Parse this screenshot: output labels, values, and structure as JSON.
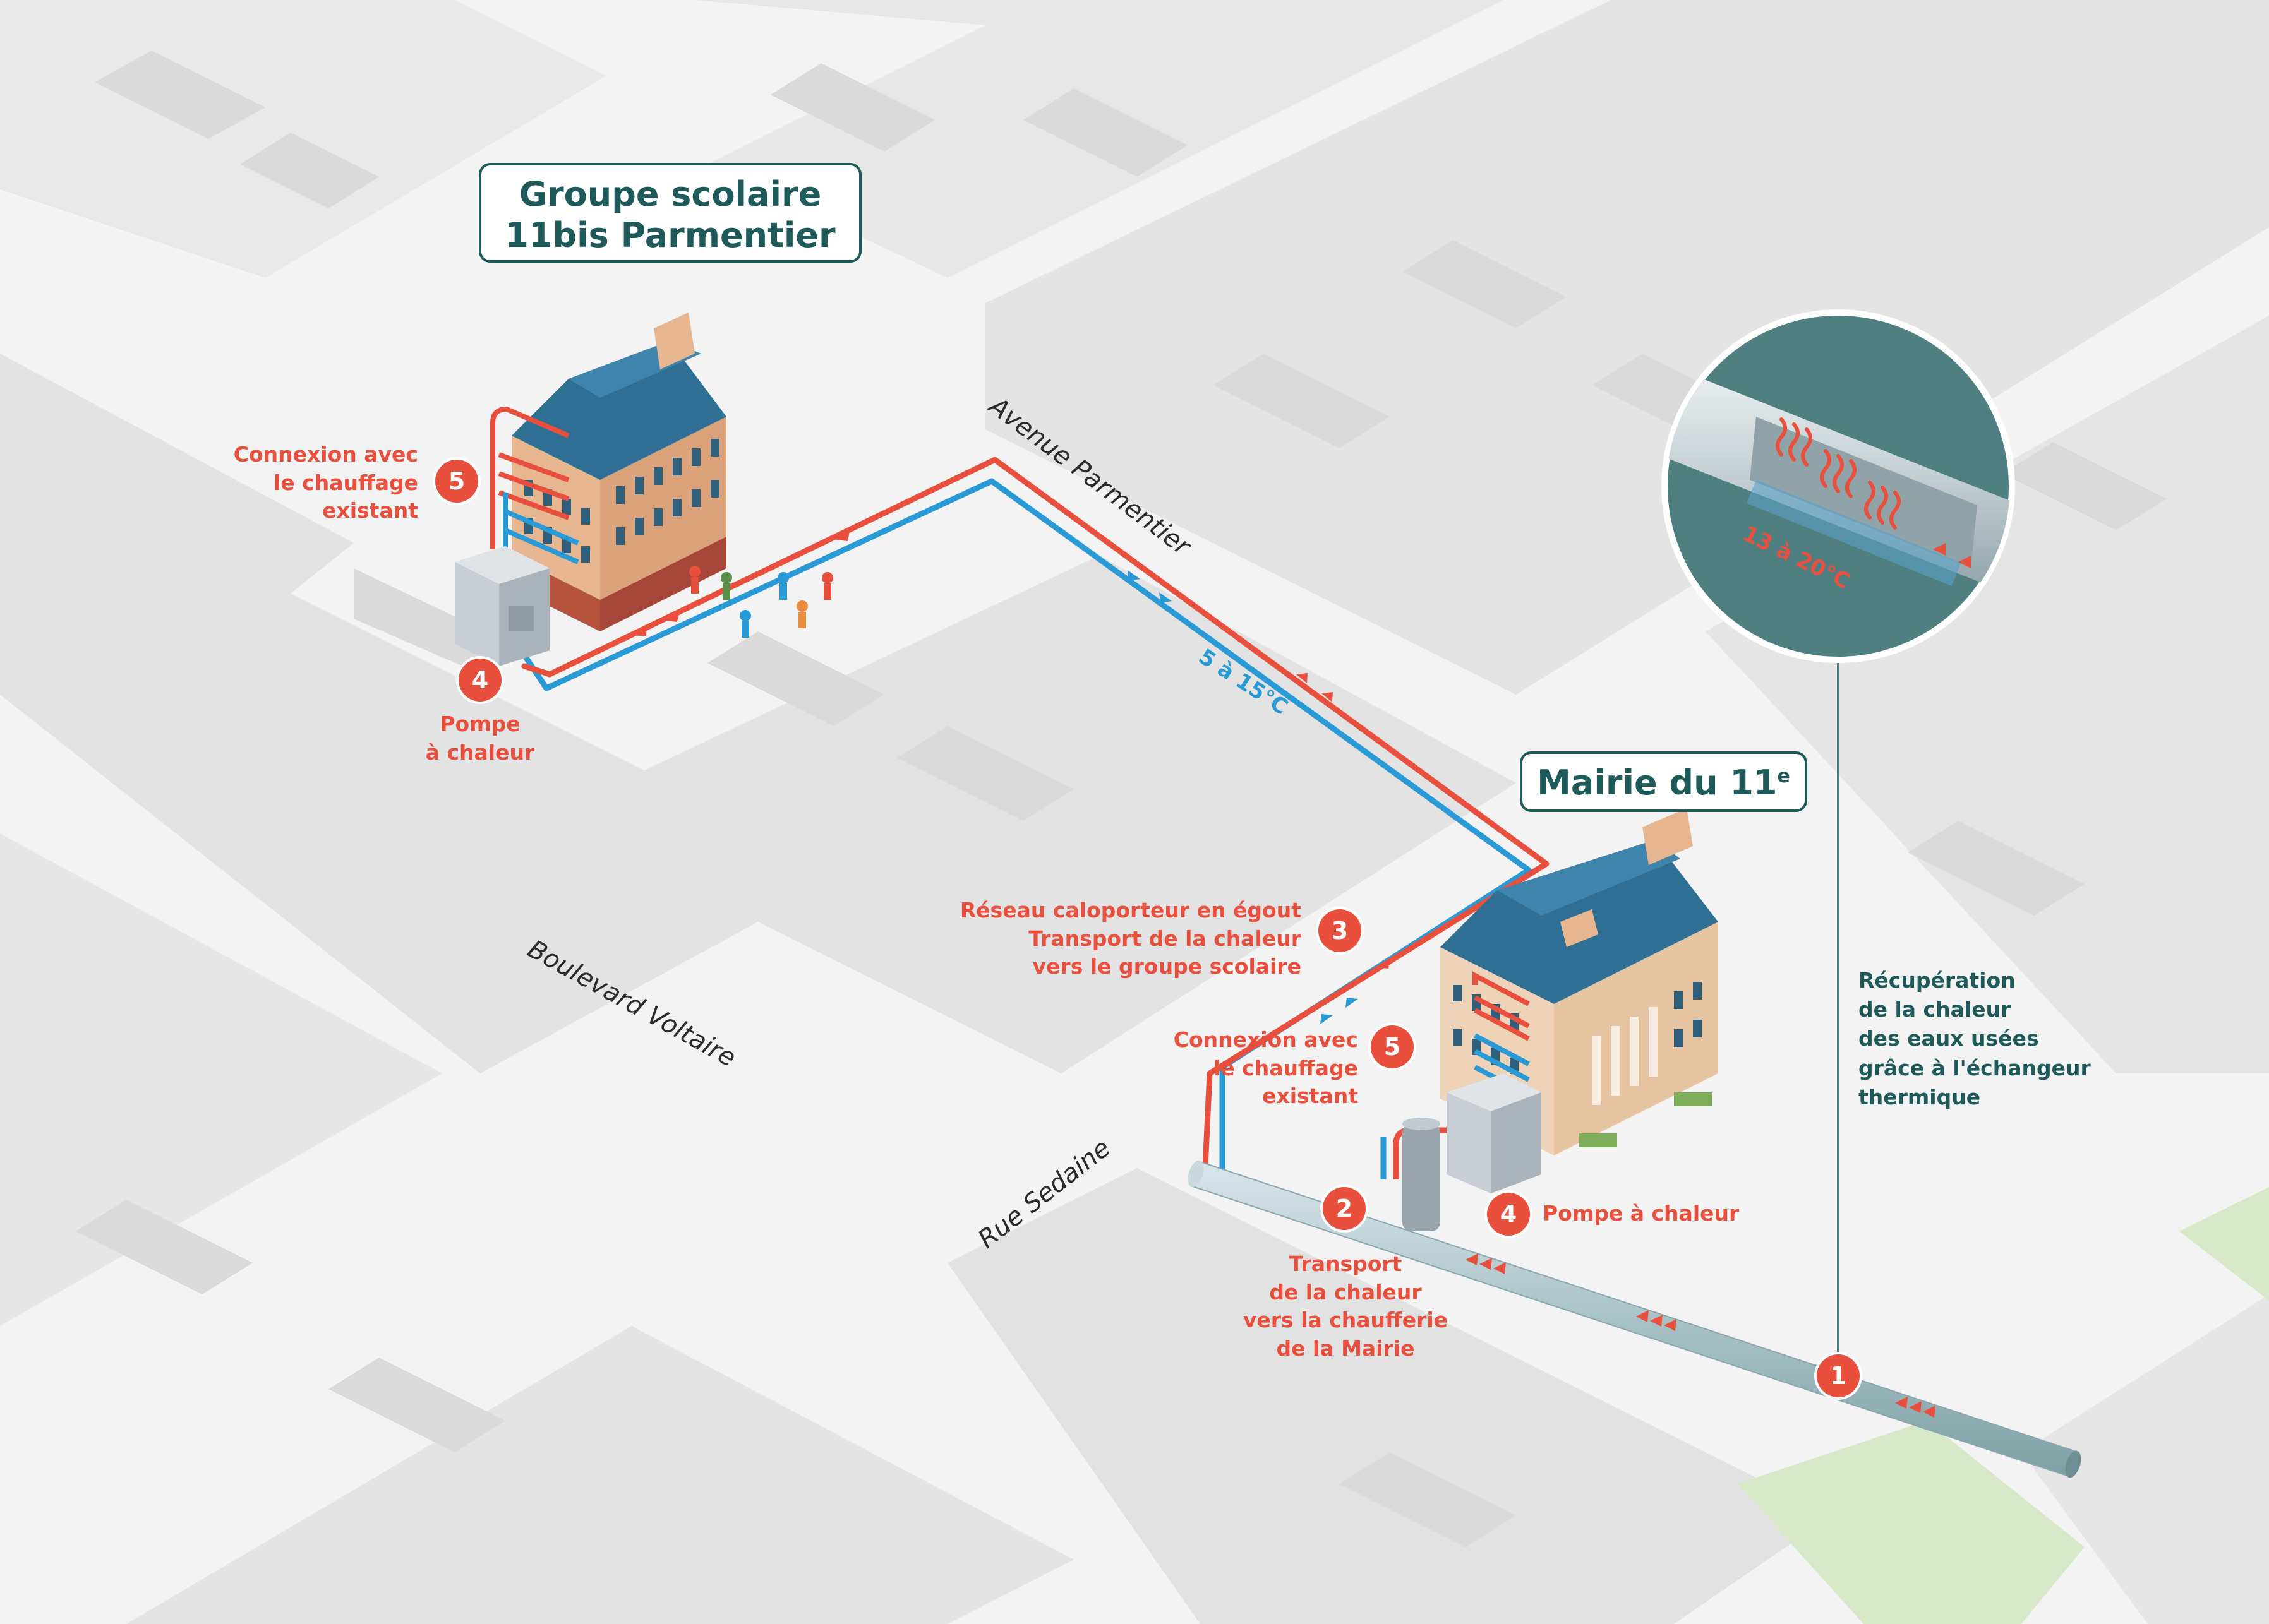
{
  "titles": {
    "school_line1": "Groupe scolaire",
    "school_line2": "11bis Parmentier",
    "mairie": "Mairie du 11",
    "mairie_sup": "e"
  },
  "streets": {
    "avenue_parmentier": "Avenue Parmentier",
    "boulevard_voltaire": "Boulevard Voltaire",
    "rue_sedaine": "Rue Sedaine"
  },
  "temperatures": {
    "network": "5 à 15°C",
    "sewer": "13 à 20°C"
  },
  "steps": {
    "step1": {
      "number": "1",
      "lines": [
        "Récupération",
        "de la chaleur",
        "des eaux usées",
        "grâce à l'échangeur",
        "thermique"
      ]
    },
    "step2": {
      "number": "2",
      "lines": [
        "Transport",
        "de la chaleur",
        "vers la chaufferie",
        "de la Mairie"
      ]
    },
    "step3": {
      "number": "3",
      "lines": [
        "Réseau caloporteur en égout",
        "Transport de la chaleur",
        "vers le groupe scolaire"
      ]
    },
    "step4_school": {
      "number": "4",
      "lines": [
        "Pompe",
        "à chaleur"
      ]
    },
    "step4_mairie": {
      "number": "4",
      "text": "Pompe à chaleur"
    },
    "step5_school": {
      "number": "5",
      "lines": [
        "Connexion avec",
        "le chauffage",
        "existant"
      ]
    },
    "step5_mairie": {
      "number": "5",
      "lines": [
        "Connexion avec",
        "le chauffage",
        "existant"
      ]
    }
  },
  "colors": {
    "hot_pipe": "#e8503d",
    "cold_pipe": "#2a9ad6",
    "teal": "#1f5a5a",
    "sewer_pipe": "#a9c2c8",
    "magnifier_bg": "#4f7f80",
    "roof": "#2f6f93",
    "facade": "#e8b48a",
    "block": "#e6e6e6",
    "road": "#f7f7f7"
  },
  "icons": {
    "heat_wave": "heat-wave-icon",
    "flow_arrow": "flow-arrow-icon",
    "heat_pump": "heat-pump-icon"
  }
}
